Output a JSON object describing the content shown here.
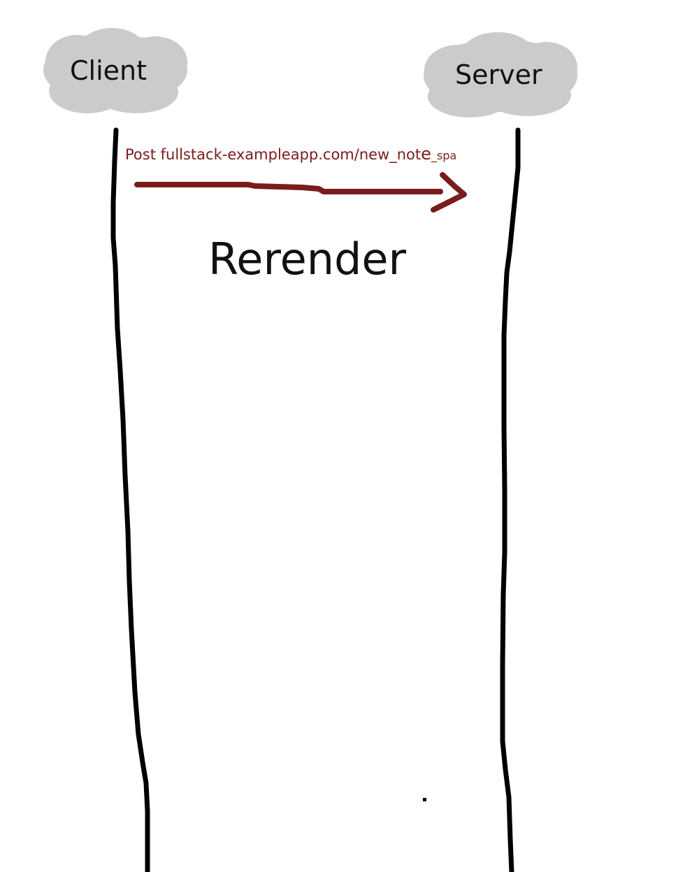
{
  "actors": {
    "client": {
      "label": "Client"
    },
    "server": {
      "label": "Server"
    }
  },
  "message": {
    "prefix": "Post fullstack-exampleapp.com/new_not",
    "e": "e",
    "suffix": "_spa",
    "direction": "client-to-server"
  },
  "note": {
    "text": "Rerender"
  },
  "colors": {
    "cloud": "#cbcbcb",
    "lifeline": "#000000",
    "arrow": "#7a1c1c",
    "text": "#111111",
    "background": "#ffffff"
  }
}
